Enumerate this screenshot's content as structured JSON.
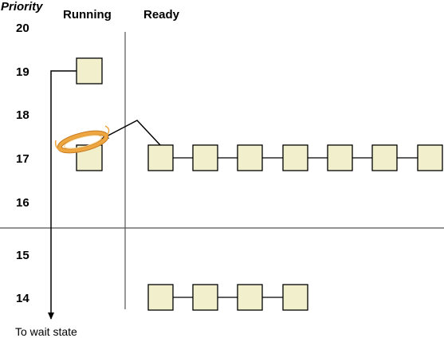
{
  "axis": {
    "title": "Priority"
  },
  "columns": {
    "running": "Running",
    "ready": "Ready"
  },
  "levels": [
    "20",
    "19",
    "18",
    "17",
    "16",
    "15",
    "14"
  ],
  "wait_state_label": "To wait state",
  "queues": [
    {
      "priority": "17",
      "thread_count": 7
    },
    {
      "priority": "14",
      "thread_count": 4
    }
  ],
  "running_threads": [
    {
      "priority": "19",
      "action": "moves to wait state"
    },
    {
      "priority": "17",
      "action": "preempted, highlighted by halo"
    }
  ],
  "colors": {
    "thread_fill": "#f2f0cc",
    "thread_stroke": "#000000",
    "halo": "#eea640",
    "halo_dark": "#c77a20",
    "grid": "#555555"
  }
}
